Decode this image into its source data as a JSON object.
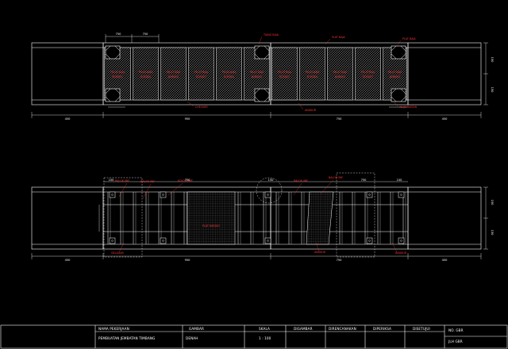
{
  "colors": {
    "background": "#000000",
    "line": "#ffffff",
    "annotation": "#ff3333",
    "grey": "#9a9a9a"
  },
  "top_plan": {
    "dims_top": [
      "750",
      "750"
    ],
    "dims_bottom": [
      "450",
      "950",
      "750",
      "450"
    ],
    "side_dims": [
      "150",
      "150"
    ],
    "panel_label": "PELAT BAJA",
    "panel_label2": "BORDES",
    "callouts": [
      "TIANG BAJA",
      "PLAT BAJA",
      "PLAT BAJA",
      "CHECKER",
      "ANGKUR",
      "AS JEMBATAN"
    ]
  },
  "bottom_plan": {
    "dims_top": [
      "100",
      "750",
      "150",
      "750",
      "100"
    ],
    "dims_bottom": [
      "450",
      "950",
      "750",
      "450"
    ],
    "side_dims": [
      "150",
      "150"
    ],
    "panel_label": "PLAT BORDES",
    "callouts": [
      "BALOK IWF",
      "BALOK IWF",
      "KOLOM IWF",
      "BALOK IWF",
      "BALOK IWF",
      "GELAGAR",
      "ANGKUR",
      "ANGKUR"
    ]
  },
  "title_block": {
    "h_job": "NAMA PEKERJAAN",
    "job": "PEMBUATAN JEMBATAN TIMBANG",
    "h_drawing": "GAMBAR",
    "drawing": "DENAH",
    "h_scale": "SKALA",
    "scale": "1 : 100",
    "h_drawn": "DIGAMBAR",
    "h_designed": "DIRENCANAKAN",
    "h_checked": "DIPERIKSA",
    "h_approved": "DISETUJUI",
    "sheet_no": "NO. GBR",
    "sheet_total": "JLH GBR"
  }
}
